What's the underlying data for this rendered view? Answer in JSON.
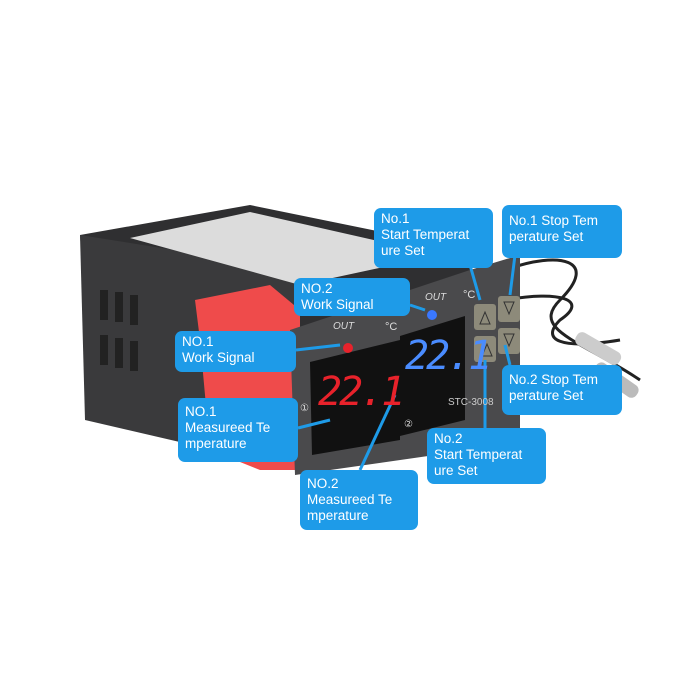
{
  "device": {
    "model_label": "STC-3008",
    "display_1_value": "22.1",
    "display_2_value": "22.1",
    "out_label_1": "OUT",
    "out_label_2": "OUT",
    "unit_1": "°C",
    "unit_2": "°C",
    "channel_1_mark": "①",
    "channel_2_mark": "②",
    "colors": {
      "body": "#3a3a3c",
      "display_1": "#e8222b",
      "display_2": "#4a8cff",
      "clip": "#ef4b4b",
      "callout": "#1e9be8",
      "button": "#8d8a7a"
    },
    "icons": [
      "up-arrow-button-icon",
      "down-arrow-button-icon",
      "temperature-probe-icon"
    ]
  },
  "callouts": {
    "no1_start": "No.1\nStart Temperat\nure Set",
    "no1_stop": "No.1 Stop Tem\nperature Set",
    "no2_work": "NO.2\nWork Signal",
    "no1_work": "NO.1\nWork Signal",
    "no2_stop": "No.2 Stop Tem\nperature Set",
    "no1_measured": "NO.1\nMeasureed Te\nmperature",
    "no2_start": "No.2\nStart Temperat\nure Set",
    "no2_measured": "NO.2\nMeasureed Te\nmperature"
  }
}
